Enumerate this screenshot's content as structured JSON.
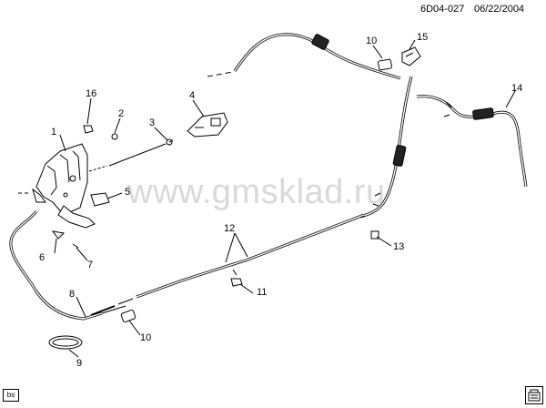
{
  "header": {
    "ref": "6D04-027",
    "date": "06/22/2004"
  },
  "watermark": "www.gmsklad.ru",
  "corner_tag": "bs",
  "callouts": [
    {
      "id": "c1",
      "text": "1"
    },
    {
      "id": "c2",
      "text": "2"
    },
    {
      "id": "c3",
      "text": "3"
    },
    {
      "id": "c4",
      "text": "4"
    },
    {
      "id": "c5",
      "text": "5"
    },
    {
      "id": "c6",
      "text": "6"
    },
    {
      "id": "c7",
      "text": "7"
    },
    {
      "id": "c8",
      "text": "8"
    },
    {
      "id": "c9",
      "text": "9"
    },
    {
      "id": "c10a",
      "text": "10"
    },
    {
      "id": "c10b",
      "text": "10"
    },
    {
      "id": "c11",
      "text": "11"
    },
    {
      "id": "c12",
      "text": "12"
    },
    {
      "id": "c13",
      "text": "13"
    },
    {
      "id": "c14",
      "text": "14"
    },
    {
      "id": "c15",
      "text": "15"
    },
    {
      "id": "c16",
      "text": "16"
    }
  ],
  "colors": {
    "line": "#000000",
    "watermark": "#d9d9d9",
    "cable_fill": "#ffffff"
  }
}
